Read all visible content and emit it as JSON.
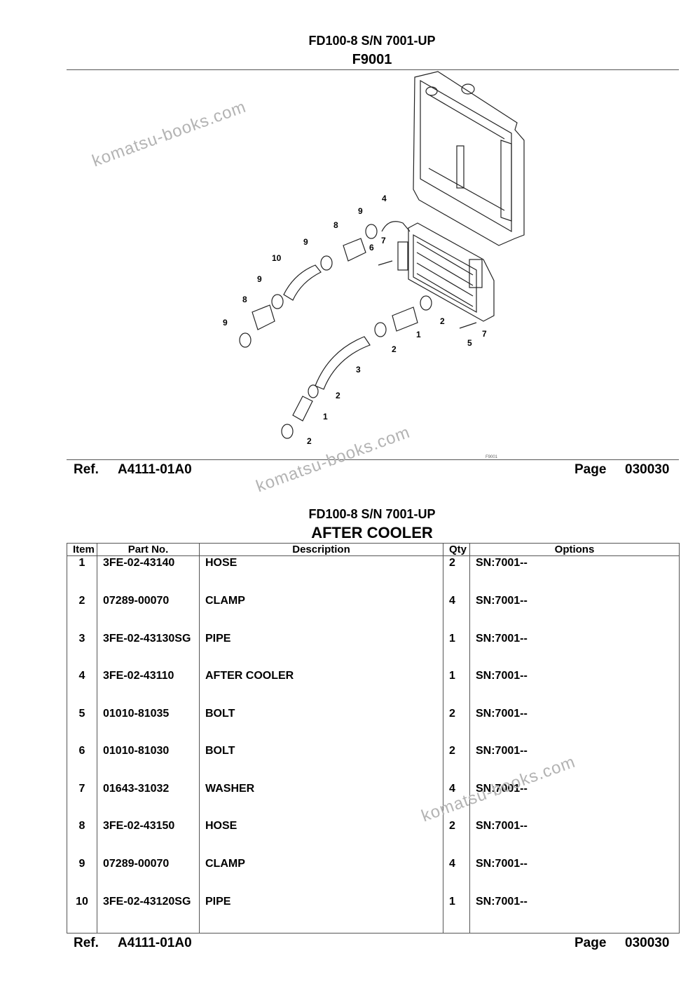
{
  "top": {
    "model": "FD100-8 S/N 7001-UP",
    "figure": "F9001",
    "footer": {
      "ref_label": "Ref.",
      "ref_value": "A4111-01A0",
      "page_label": "Page",
      "page_value": "030030"
    }
  },
  "diagram": {
    "callouts": [
      "1",
      "2",
      "3",
      "4",
      "5",
      "6",
      "7",
      "8",
      "9",
      "10"
    ],
    "code": "F9001"
  },
  "bottom": {
    "model": "FD100-8 S/N 7001-UP",
    "title": "AFTER COOLER",
    "columns": [
      "Item",
      "Part No.",
      "Description",
      "Qty",
      "Options"
    ],
    "rows": [
      {
        "item": "1",
        "part": "3FE-02-43140",
        "desc": "HOSE",
        "qty": "2",
        "opt": "SN:7001--"
      },
      {
        "item": "2",
        "part": "07289-00070",
        "desc": "CLAMP",
        "qty": "4",
        "opt": "SN:7001--"
      },
      {
        "item": "3",
        "part": "3FE-02-43130SG",
        "desc": "PIPE",
        "qty": "1",
        "opt": "SN:7001--"
      },
      {
        "item": "4",
        "part": "3FE-02-43110",
        "desc": "AFTER COOLER",
        "qty": "1",
        "opt": "SN:7001--"
      },
      {
        "item": "5",
        "part": "01010-81035",
        "desc": "BOLT",
        "qty": "2",
        "opt": "SN:7001--"
      },
      {
        "item": "6",
        "part": "01010-81030",
        "desc": "BOLT",
        "qty": "2",
        "opt": "SN:7001--"
      },
      {
        "item": "7",
        "part": "01643-31032",
        "desc": "WASHER",
        "qty": "4",
        "opt": "SN:7001--"
      },
      {
        "item": "8",
        "part": "3FE-02-43150",
        "desc": "HOSE",
        "qty": "2",
        "opt": "SN:7001--"
      },
      {
        "item": "9",
        "part": "07289-00070",
        "desc": "CLAMP",
        "qty": "4",
        "opt": "SN:7001--"
      },
      {
        "item": "10",
        "part": "3FE-02-43120SG",
        "desc": "PIPE",
        "qty": "1",
        "opt": "SN:7001--"
      }
    ],
    "footer": {
      "ref_label": "Ref.",
      "ref_value": "A4111-01A0",
      "page_label": "Page",
      "page_value": "030030"
    }
  },
  "watermark": "komatsu-books.com"
}
